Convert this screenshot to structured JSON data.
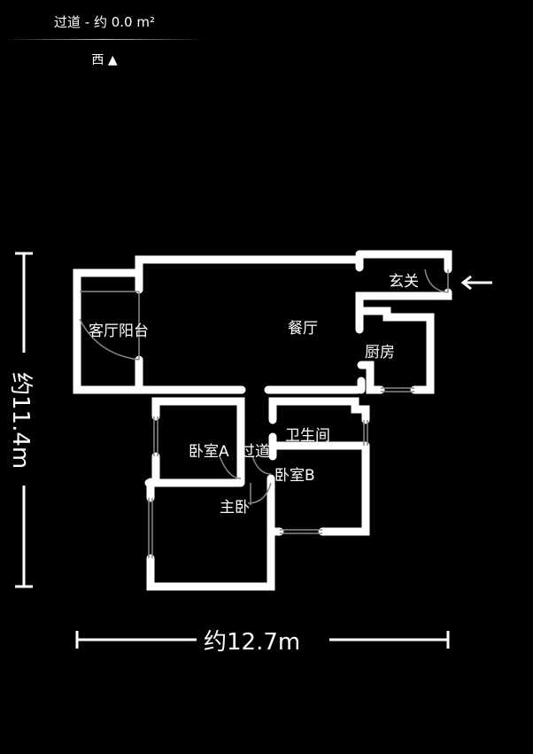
{
  "header": {
    "room_info": "过道 - 约 0.0 m²",
    "direction": "西 ▲"
  },
  "rooms": [
    {
      "name": "客厅阳台"
    },
    {
      "name": "餐厅"
    },
    {
      "name": "玄关"
    },
    {
      "name": "厨房"
    },
    {
      "name": "卫生间"
    },
    {
      "name": "卧室A"
    },
    {
      "name": "过道"
    },
    {
      "name": "卧室B"
    },
    {
      "name": "主卧"
    }
  ],
  "dimensions": {
    "width": "约12.7m",
    "height": "约11.4m"
  },
  "entrance_arrow": "left-arrow-icon",
  "colors": {
    "background": "#000000",
    "wall": "#ffffff",
    "door": "#888888"
  }
}
